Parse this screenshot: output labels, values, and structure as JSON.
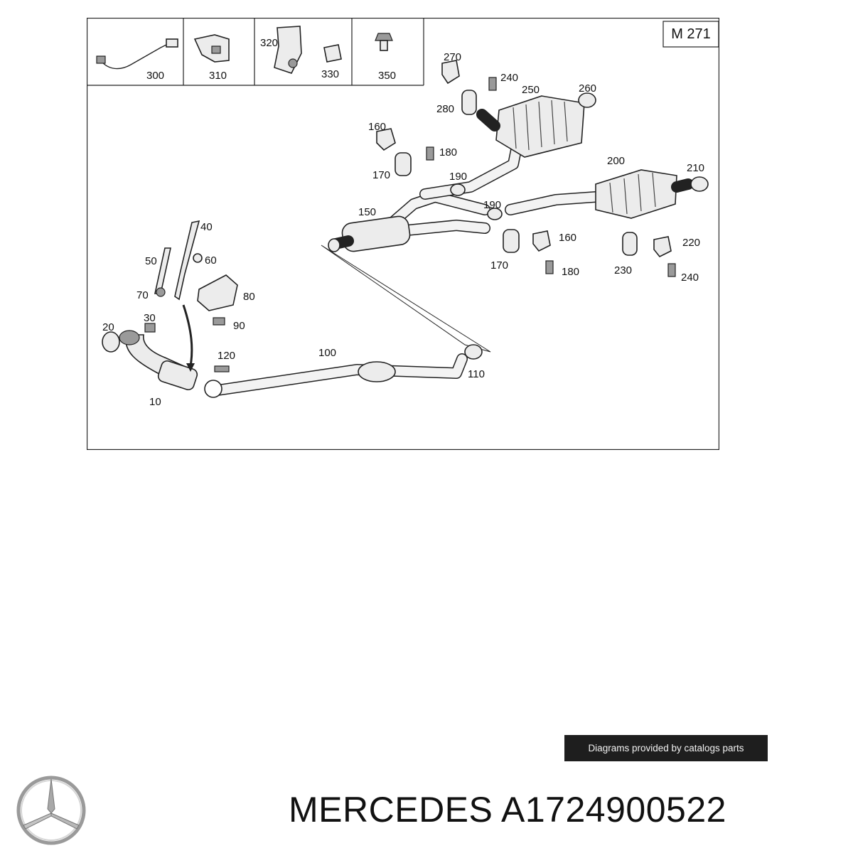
{
  "diagram": {
    "model_code": "M 271",
    "callouts": {
      "c10": "10",
      "c20": "20",
      "c30": "30",
      "c40": "40",
      "c50": "50",
      "c60": "60",
      "c70": "70",
      "c80": "80",
      "c90": "90",
      "c100": "100",
      "c110": "110",
      "c120": "120",
      "c150": "150",
      "c160a": "160",
      "c160b": "160",
      "c170a": "170",
      "c170b": "170",
      "c180a": "180",
      "c180b": "180",
      "c190a": "190",
      "c190b": "190",
      "c200": "200",
      "c210": "210",
      "c220": "220",
      "c230": "230",
      "c240a": "240",
      "c240b": "240",
      "c250": "250",
      "c260": "260",
      "c270": "270",
      "c280": "280",
      "c300": "300",
      "c310": "310",
      "c320": "320",
      "c330": "330",
      "c350": "350"
    }
  },
  "credit_text": "Diagrams provided by catalogs parts",
  "footer": {
    "title": "MERCEDES A1724900522",
    "logo_icon": "mercedes-star-icon"
  }
}
